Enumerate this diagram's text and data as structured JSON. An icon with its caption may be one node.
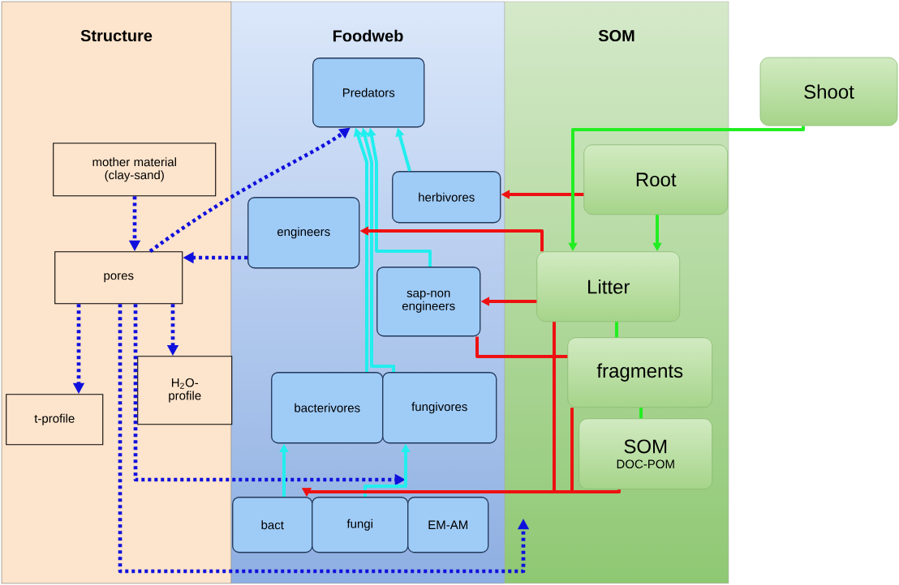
{
  "diagram": {
    "nodes": [
      {
        "text": [
          "Structure"
        ]
      },
      {
        "text": [
          "Foodweb"
        ]
      },
      {
        "text": [
          "SOM"
        ]
      },
      {
        "text": [
          "mother material (clay-sand)"
        ],
        "in": 0
      },
      {
        "text": [
          "pores"
        ],
        "in": 0
      },
      {
        "text": [
          "t-profile"
        ],
        "in": 0
      },
      {
        "text": [
          "H$_{2}$O- profile"
        ],
        "in": 0
      },
      {
        "text": [
          "Predators"
        ],
        "in": 1
      },
      {
        "text": [
          "herbivores"
        ],
        "in": 1
      },
      {
        "text": [
          "engineers"
        ],
        "in": 1
      },
      {
        "text": [
          "sap-non engineers"
        ],
        "in": 1
      },
      {
        "text": [
          "bacterivores"
        ],
        "in": 1
      },
      {
        "text": [
          "fungivores"
        ],
        "in": 1
      },
      {
        "text": [
          "bact"
        ],
        "in": 1
      },
      {
        "text": [
          "fungi"
        ],
        "in": 1
      },
      {
        "text": [
          "EM-AM"
        ],
        "in": 1
      },
      {
        "text": [
          "Shoot"
        ]
      },
      {
        "text": [
          "Root"
        ],
        "in": 2
      },
      {
        "text": [
          "Litter"
        ],
        "in": 2
      },
      {
        "text": [
          "fragments"
        ],
        "in": 2
      },
      {
        "text": [
          "SOM",
          "DOC-POM"
        ],
        "in": 2
      }
    ],
    "edges": [
      {
        "from": 3,
        "to": 4,
        "arrow": "to",
        "style": "dashed",
        "color": "#1010dd"
      },
      {
        "from": 4,
        "to": 7,
        "arrow": "to",
        "style": "dashed",
        "color": "#1010dd"
      },
      {
        "from": 9,
        "to": 4,
        "arrow": "to",
        "style": "dashed",
        "color": "#1010dd"
      },
      {
        "from": 4,
        "to": 5,
        "arrow": "to",
        "style": "dashed",
        "color": "#1010dd"
      },
      {
        "from": 4,
        "to": 6,
        "arrow": "to",
        "style": "dashed",
        "color": "#1010dd"
      },
      {
        "from": 4,
        "to": null,
        "arrow": "to",
        "style": "dashed",
        "color": "#1010dd"
      },
      {
        "from": 4,
        "to": null,
        "arrow": "to",
        "style": "dashed",
        "color": "#1010dd"
      },
      {
        "from": 13,
        "to": 11,
        "arrow": "to",
        "color": "#22eeee"
      },
      {
        "from": 14,
        "to": 12,
        "arrow": "to",
        "color": "#22eeee"
      },
      {
        "from": 11,
        "to": 7,
        "arrow": "to",
        "color": "#22eeee"
      },
      {
        "from": 12,
        "to": 7,
        "arrow": "to",
        "color": "#22eeee"
      },
      {
        "from": 10,
        "to": 7,
        "arrow": "to",
        "color": "#22eeee"
      },
      {
        "from": 8,
        "to": 7,
        "arrow": "to",
        "color": "#22eeee"
      },
      {
        "from": 17,
        "to": 8,
        "arrow": "to",
        "color": "#ee1111"
      },
      {
        "from": 18,
        "to": 9,
        "arrow": "to",
        "color": "#ee1111"
      },
      {
        "from": 18,
        "to": 10,
        "arrow": "to",
        "color": "#ee1111"
      },
      {
        "from": 19,
        "to": 10,
        "arrow": "none",
        "color": "#ee1111"
      },
      {
        "from": 18,
        "to": 13,
        "arrow": "to",
        "color": "#ee1111"
      },
      {
        "from": 19,
        "to": 13,
        "arrow": "to",
        "color": "#ee1111"
      },
      {
        "from": 20,
        "to": 13,
        "arrow": "to",
        "color": "#ee1111"
      },
      {
        "from": 16,
        "to": 18,
        "arrow": "to",
        "color": "#22ee22"
      },
      {
        "from": 17,
        "to": 18,
        "arrow": "to",
        "color": "#22ee22"
      },
      {
        "from": 18,
        "to": 19,
        "arrow": "none",
        "color": "#22ee22"
      },
      {
        "from": 19,
        "to": 20,
        "arrow": "none",
        "color": "#22ee22"
      }
    ]
  }
}
